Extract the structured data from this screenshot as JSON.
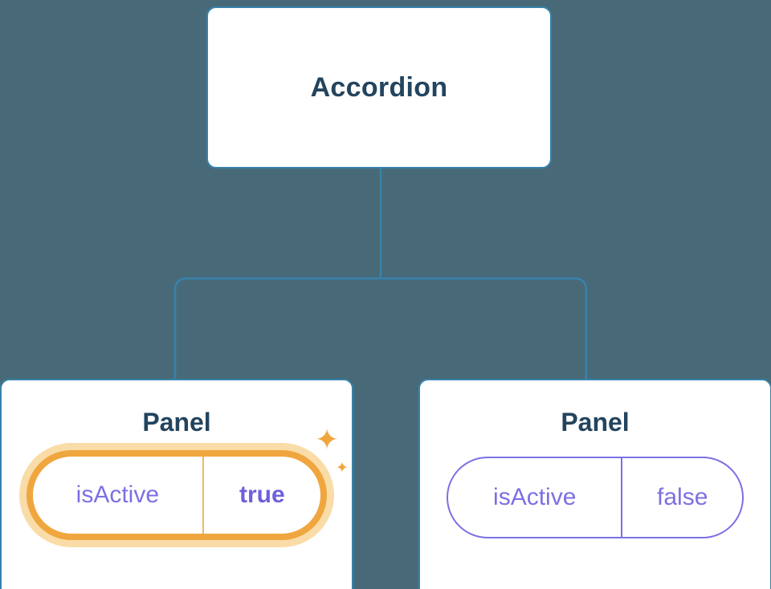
{
  "tree": {
    "root": {
      "label": "Accordion"
    },
    "children": [
      {
        "label": "Panel",
        "state": {
          "name": "isActive",
          "value": "true"
        },
        "highlighted": true
      },
      {
        "label": "Panel",
        "state": {
          "name": "isActive",
          "value": "false"
        },
        "highlighted": false
      }
    ]
  },
  "icons": {
    "sparkle": "✦"
  },
  "colors": {
    "background": "#486A78",
    "card_border": "#3782AB",
    "connector_line": "#3782AB",
    "title_text": "#23445E",
    "state_text": "#7C70E4",
    "state_value_bold": "#6D60DC",
    "highlight_border": "#F0A63E",
    "highlight_glow": "#F8D698",
    "sparkle": "#F0A63E"
  }
}
